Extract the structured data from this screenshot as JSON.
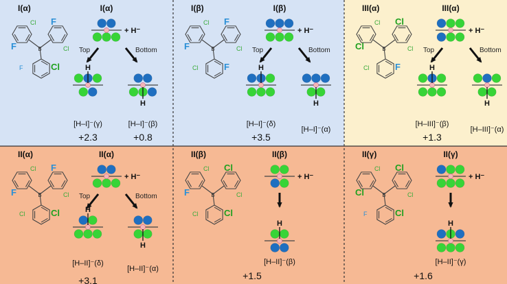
{
  "colors": {
    "panel_blue": "#d6e3f5",
    "panel_yellow": "#fcf0cd",
    "panel_orange": "#f6b994",
    "fluorine": "#1f6fc0",
    "chlorine": "#37d437",
    "boron": "#f2b6b6"
  },
  "labels": {
    "hydride": "+ H⁻",
    "top": "Top",
    "bottom": "Bottom",
    "h": "H",
    "b": "B",
    "f": "F",
    "cl": "Cl"
  },
  "panels": [
    {
      "id": "p1",
      "mol_label": "I(α)",
      "scheme_label": "I(α)",
      "scheme_rows": [
        [
          "F",
          "F"
        ],
        [
          "Cl",
          "Cl",
          "Cl"
        ]
      ],
      "mode": "two",
      "products": [
        {
          "label": "[H–I]⁻(γ)",
          "value": "+2.3",
          "h": "top",
          "top": [
            "Cl",
            "F",
            "Cl"
          ],
          "bottom": [
            "Cl",
            "F"
          ]
        },
        {
          "label": "[H–I]⁻(β)",
          "value": "+0.8",
          "h": "bottom",
          "top": [
            "F",
            "F"
          ],
          "bottom": [
            "Cl",
            "Cl",
            "F"
          ]
        }
      ]
    },
    {
      "id": "p2",
      "mol_label": "I(β)",
      "scheme_label": "I(β)",
      "scheme_rows": [
        [
          "F",
          "F",
          "F"
        ],
        [
          "Cl",
          "Cl",
          "Cl"
        ]
      ],
      "mode": "two",
      "products": [
        {
          "label": "[H–I]⁻(δ)",
          "value": "+3.5",
          "h": "top",
          "top": [
            "F",
            "F",
            "Cl"
          ],
          "bottom": [
            "Cl",
            "Cl",
            "Cl"
          ]
        },
        {
          "label": "[H–I]⁻(α)",
          "value": "",
          "h": "bottom",
          "top": [
            "F",
            "F",
            "F"
          ],
          "bottom": [
            "Cl",
            "Cl"
          ]
        }
      ]
    },
    {
      "id": "p3",
      "mol_label": "III(α)",
      "scheme_label": "III(α)",
      "scheme_rows": [
        [
          "F",
          "Cl",
          "Cl"
        ],
        [
          "F",
          "Cl",
          "Cl"
        ]
      ],
      "mode": "two",
      "products": [
        {
          "label": "[H–III]⁻(β)",
          "value": "+1.3",
          "h": "top",
          "top": [
            "Cl",
            "F",
            "Cl"
          ],
          "bottom": [
            "Cl",
            "Cl",
            "Cl"
          ]
        },
        {
          "label": "[H–III]⁻(α)",
          "value": "",
          "h": "bottom",
          "top": [
            "Cl",
            "F",
            "Cl"
          ],
          "bottom": [
            "Cl",
            "Cl"
          ]
        }
      ]
    },
    {
      "id": "p4",
      "mol_label": "II(α)",
      "scheme_label": "II(α)",
      "scheme_rows": [
        [
          "F",
          "F"
        ],
        [
          "Cl",
          "Cl",
          "Cl"
        ]
      ],
      "mode": "two",
      "products": [
        {
          "label": "[H–II]⁻(δ)",
          "value": "+3.1",
          "h": "top",
          "top": [
            "F",
            "Cl"
          ],
          "bottom": [
            "Cl",
            "Cl",
            "Cl"
          ]
        },
        {
          "label": "[H–II]⁻(α)",
          "value": "",
          "h": "bottom",
          "top": [
            "F",
            "F"
          ],
          "bottom": [
            "Cl",
            "Cl"
          ]
        }
      ]
    },
    {
      "id": "p5",
      "mol_label": "II(β)",
      "scheme_label": "II(β)",
      "scheme_rows": [
        [
          "Cl",
          "Cl"
        ],
        [
          "F",
          "Cl"
        ]
      ],
      "mode": "one",
      "products": [
        {
          "label": "[H–II]⁻(β)",
          "value": "+1.5",
          "h": "top",
          "top": [
            "Cl",
            "Cl"
          ],
          "bottom": [
            "F",
            "F"
          ]
        }
      ]
    },
    {
      "id": "p6",
      "mol_label": "II(γ)",
      "scheme_label": "II(γ)",
      "scheme_rows": [
        [
          "F",
          "Cl",
          "Cl"
        ],
        [
          "Cl",
          "Cl",
          "Cl"
        ]
      ],
      "mode": "one",
      "products": [
        {
          "label": "[H–II]⁻(γ)",
          "value": "+1.6",
          "h": "top",
          "top": [
            "F",
            "Cl",
            "F"
          ],
          "bottom": [
            "Cl",
            "Cl",
            "Cl"
          ]
        }
      ]
    }
  ]
}
